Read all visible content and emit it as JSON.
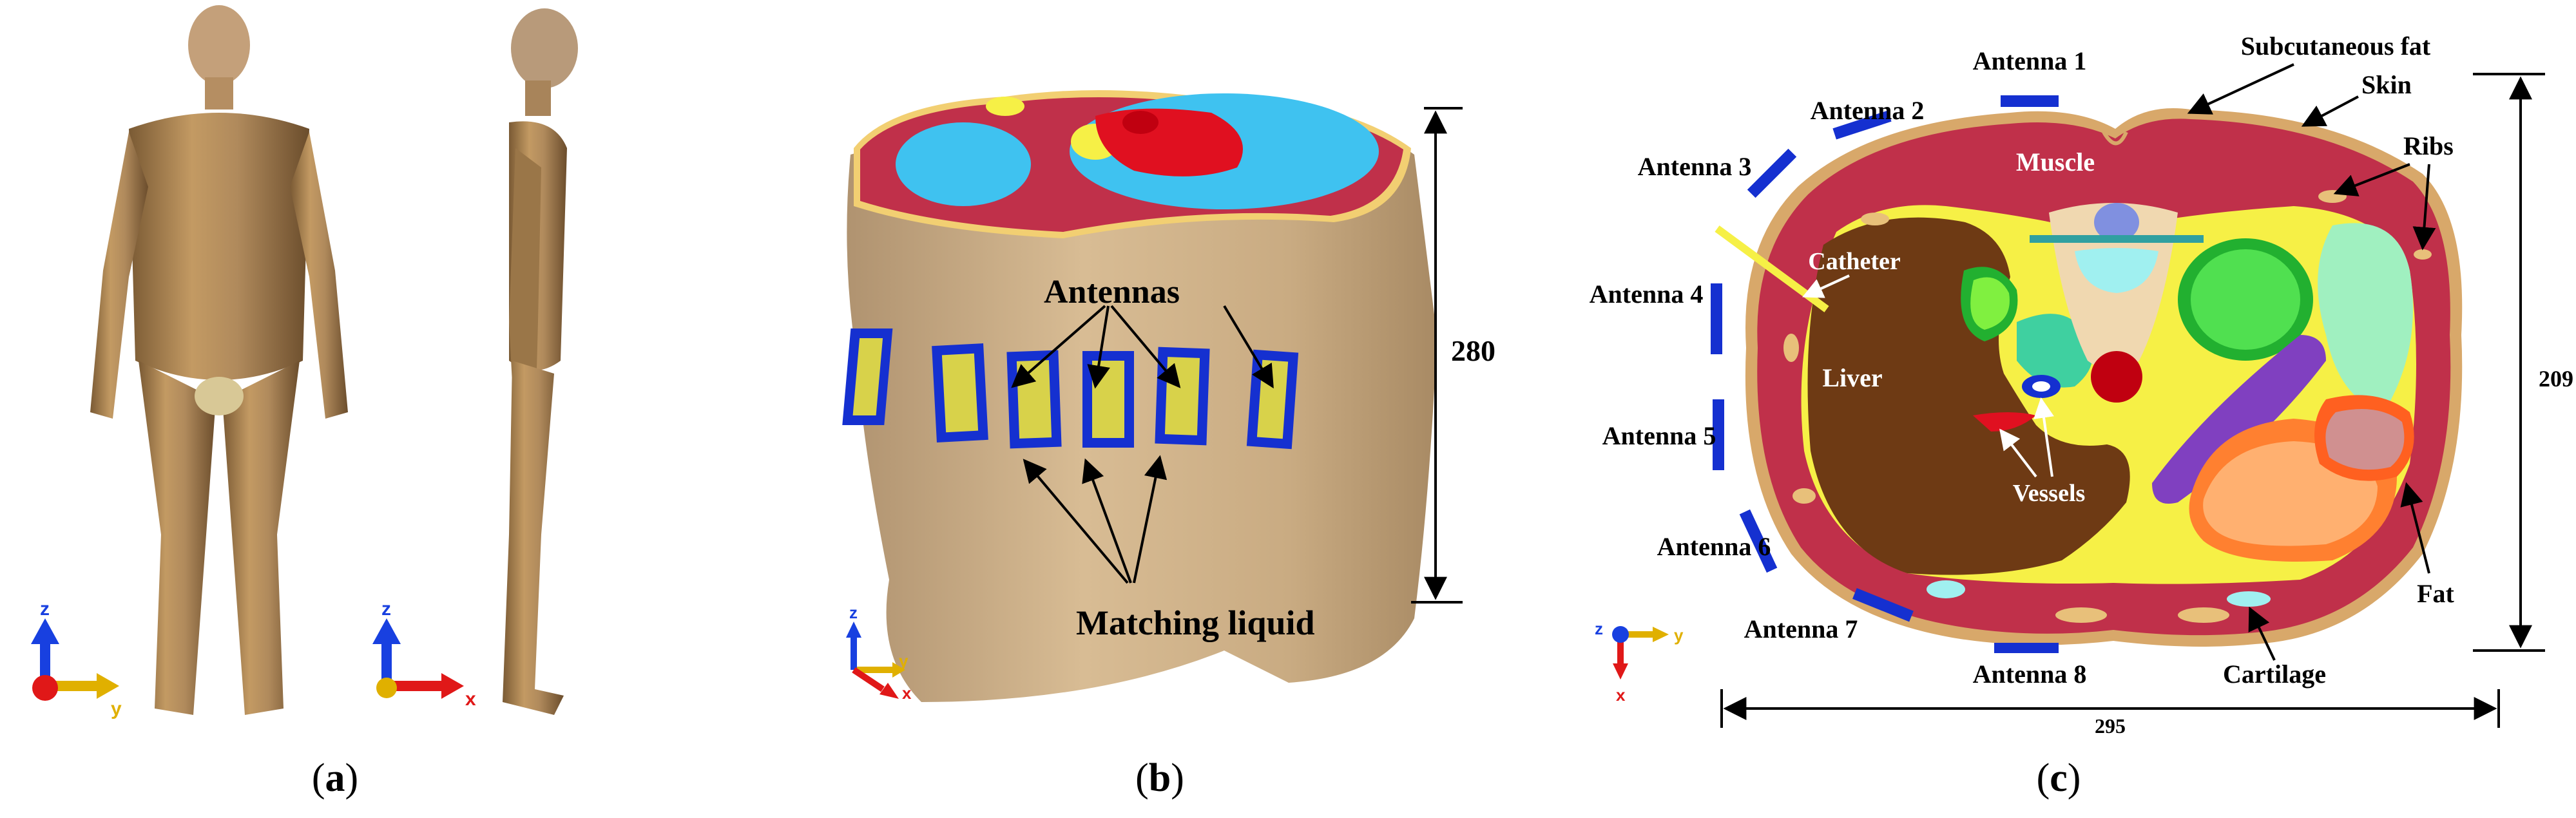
{
  "panels": {
    "a": {
      "caption_letter": "a",
      "axes_front": {
        "z": "z",
        "y": "y"
      },
      "axes_side": {
        "z": "z",
        "x": "x"
      }
    },
    "b": {
      "caption_letter": "b",
      "labels": {
        "antennas": "Antennas",
        "matching_liquid": "Matching liquid",
        "height": "280"
      },
      "axes": {
        "z": "z",
        "y": "y",
        "x": "x"
      }
    },
    "c": {
      "caption_letter": "c",
      "antennas": [
        "Antenna 1",
        "Antenna 2",
        "Antenna 3",
        "Antenna 4",
        "Antenna 5",
        "Antenna 6",
        "Antenna 7",
        "Antenna 8"
      ],
      "tissues": {
        "subcutaneous_fat": "Subcutaneous fat",
        "skin": "Skin",
        "ribs": "Ribs",
        "muscle": "Muscle",
        "catheter": "Catheter",
        "liver": "Liver",
        "vessels": "Vessels",
        "fat": "Fat",
        "cartilage": "Cartilage"
      },
      "dimensions": {
        "width": "295",
        "height": "209"
      },
      "axes": {
        "z": "z",
        "y": "y",
        "x": "x"
      }
    }
  },
  "colors": {
    "skin_tone": "#b08a5c",
    "muscle": "#c0304a",
    "lung": "#3fc2f0",
    "heart": "#e01020",
    "antenna_frame": "#1530d0",
    "antenna_fill": "#d8d24a",
    "liver": "#6e3a14",
    "fat": "#f6f046",
    "subcutaneous": "#e8c07a",
    "axis_z": "#1840e0",
    "axis_y": "#e0b000",
    "axis_x": "#e01818"
  }
}
